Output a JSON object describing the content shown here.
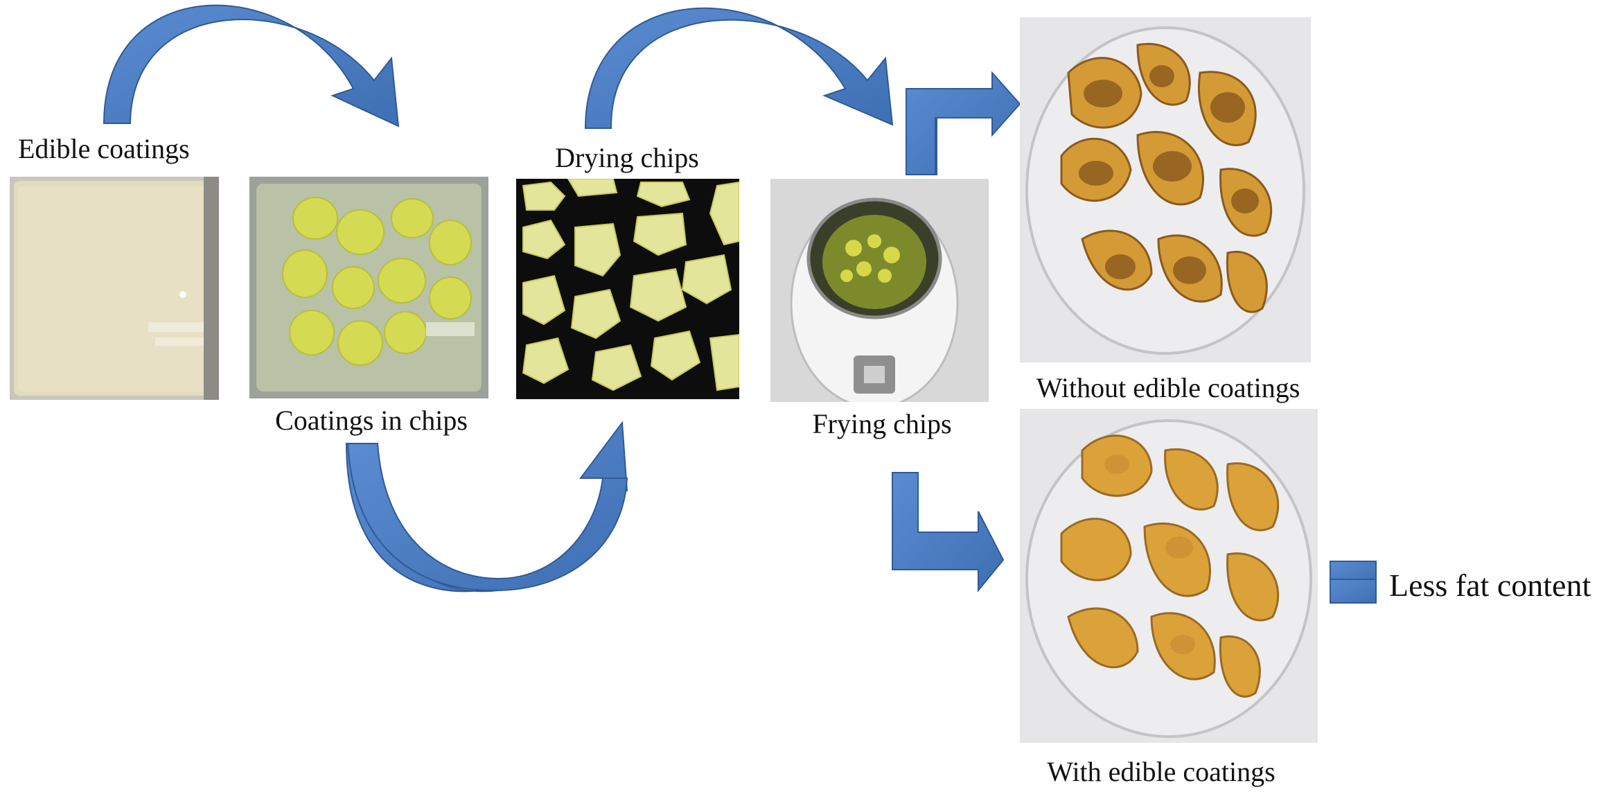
{
  "colors": {
    "arrow_fill": "#4a7cc0",
    "arrow_edge": "#2f5a96",
    "coating_liquid": "#e3dcbf",
    "chip_green": "#d9dc5a",
    "chip_pale": "#eef0a8",
    "tray_black": "#0d0d0d",
    "fried_chip": "#d49a35",
    "fried_dark": "#7a4a18",
    "dish_bg": "#e6e6e8"
  },
  "labels": {
    "edible_coatings": "Edible coatings",
    "coatings_in_chips": "Coatings in chips",
    "drying_chips": "Drying chips",
    "frying_chips": "Frying chips",
    "without_coatings": "Without edible coatings",
    "with_coatings": "With edible coatings",
    "less_fat": "Less fat content"
  },
  "icons": {
    "arc_arrow": "curved-arrow-icon",
    "elbow_arrow": "elbow-arrow-icon",
    "equals": "equals-icon"
  }
}
